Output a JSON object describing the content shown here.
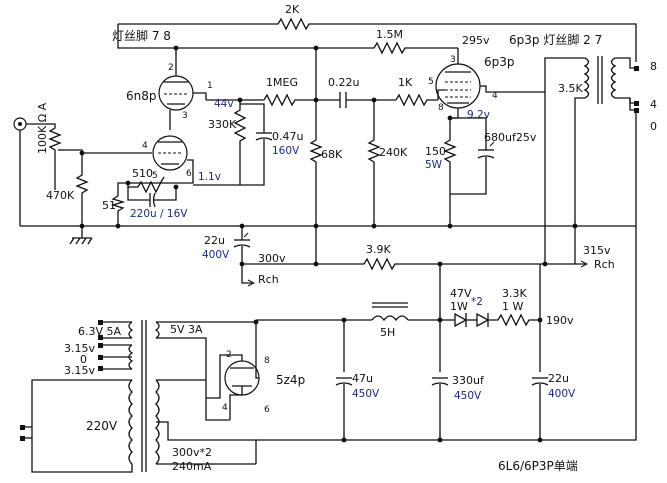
{
  "title": "6L6/6P3P单端",
  "tubes": {
    "driver": "6n8p",
    "output": "6p3p",
    "rectifier": "5z4p"
  },
  "heater_labels": {
    "driver": "灯丝脚 7  8",
    "output": "6p3p 灯丝脚 2  7"
  },
  "pins": {
    "d1": "2",
    "d2": "1",
    "d3": "3",
    "d4": "4",
    "d5": "5",
    "d6": "6",
    "o3": "3",
    "o5": "5",
    "o8": "8",
    "o4": "4",
    "r2": "2",
    "r8": "8",
    "r4": "4",
    "r6": "6"
  },
  "components": {
    "r_fb": "2K",
    "r_15m": "1.5M",
    "r_1meg": "1MEG",
    "c_022": "0.22u",
    "r_1k": "1K",
    "r_330k": "330K",
    "c_047": "0.47u",
    "c_047v": "160V",
    "r_68k": "68K",
    "r_240k": "240K",
    "r_150": "150",
    "r_150w": "5W",
    "c_680": "680uf25v",
    "vol": "100K Ω A",
    "r_470k": "470K",
    "r_51": "51",
    "r_510": "510",
    "c_220": "220u / 16V",
    "c_22u": "22u",
    "c_22uv": "400V",
    "r_39k": "3.9K",
    "out_trans": "3.5K",
    "choke": "5H",
    "diode": "47V",
    "diode_w": "1W",
    "diode_n": "*2",
    "r_33k": "3.3K",
    "r_33kw": "1 W",
    "c_47u": "47u",
    "c_47uv": "450V",
    "c_330": "330uf",
    "c_330v": "450V",
    "c_22b": "22u",
    "c_22bv": "400V"
  },
  "voltages": {
    "v_plate1": "44v",
    "v_cath1": "1.1v",
    "v_plate_out": "295v",
    "v_cath_out": "9.2v",
    "v_300": "300v",
    "v_315": "315v",
    "v_190": "190v"
  },
  "net_labels": {
    "rch1": "Rch",
    "rch2": "Rch"
  },
  "speaker_taps": [
    "8",
    "4",
    "0"
  ],
  "power_transformer": {
    "primary": "220V",
    "h1": "6.3V  5A",
    "h2": "5V  3A",
    "h3a": "3.15v",
    "h3b": "0",
    "h3c": "3.15v",
    "hv": "300v*2",
    "hv_i": "240mA"
  }
}
